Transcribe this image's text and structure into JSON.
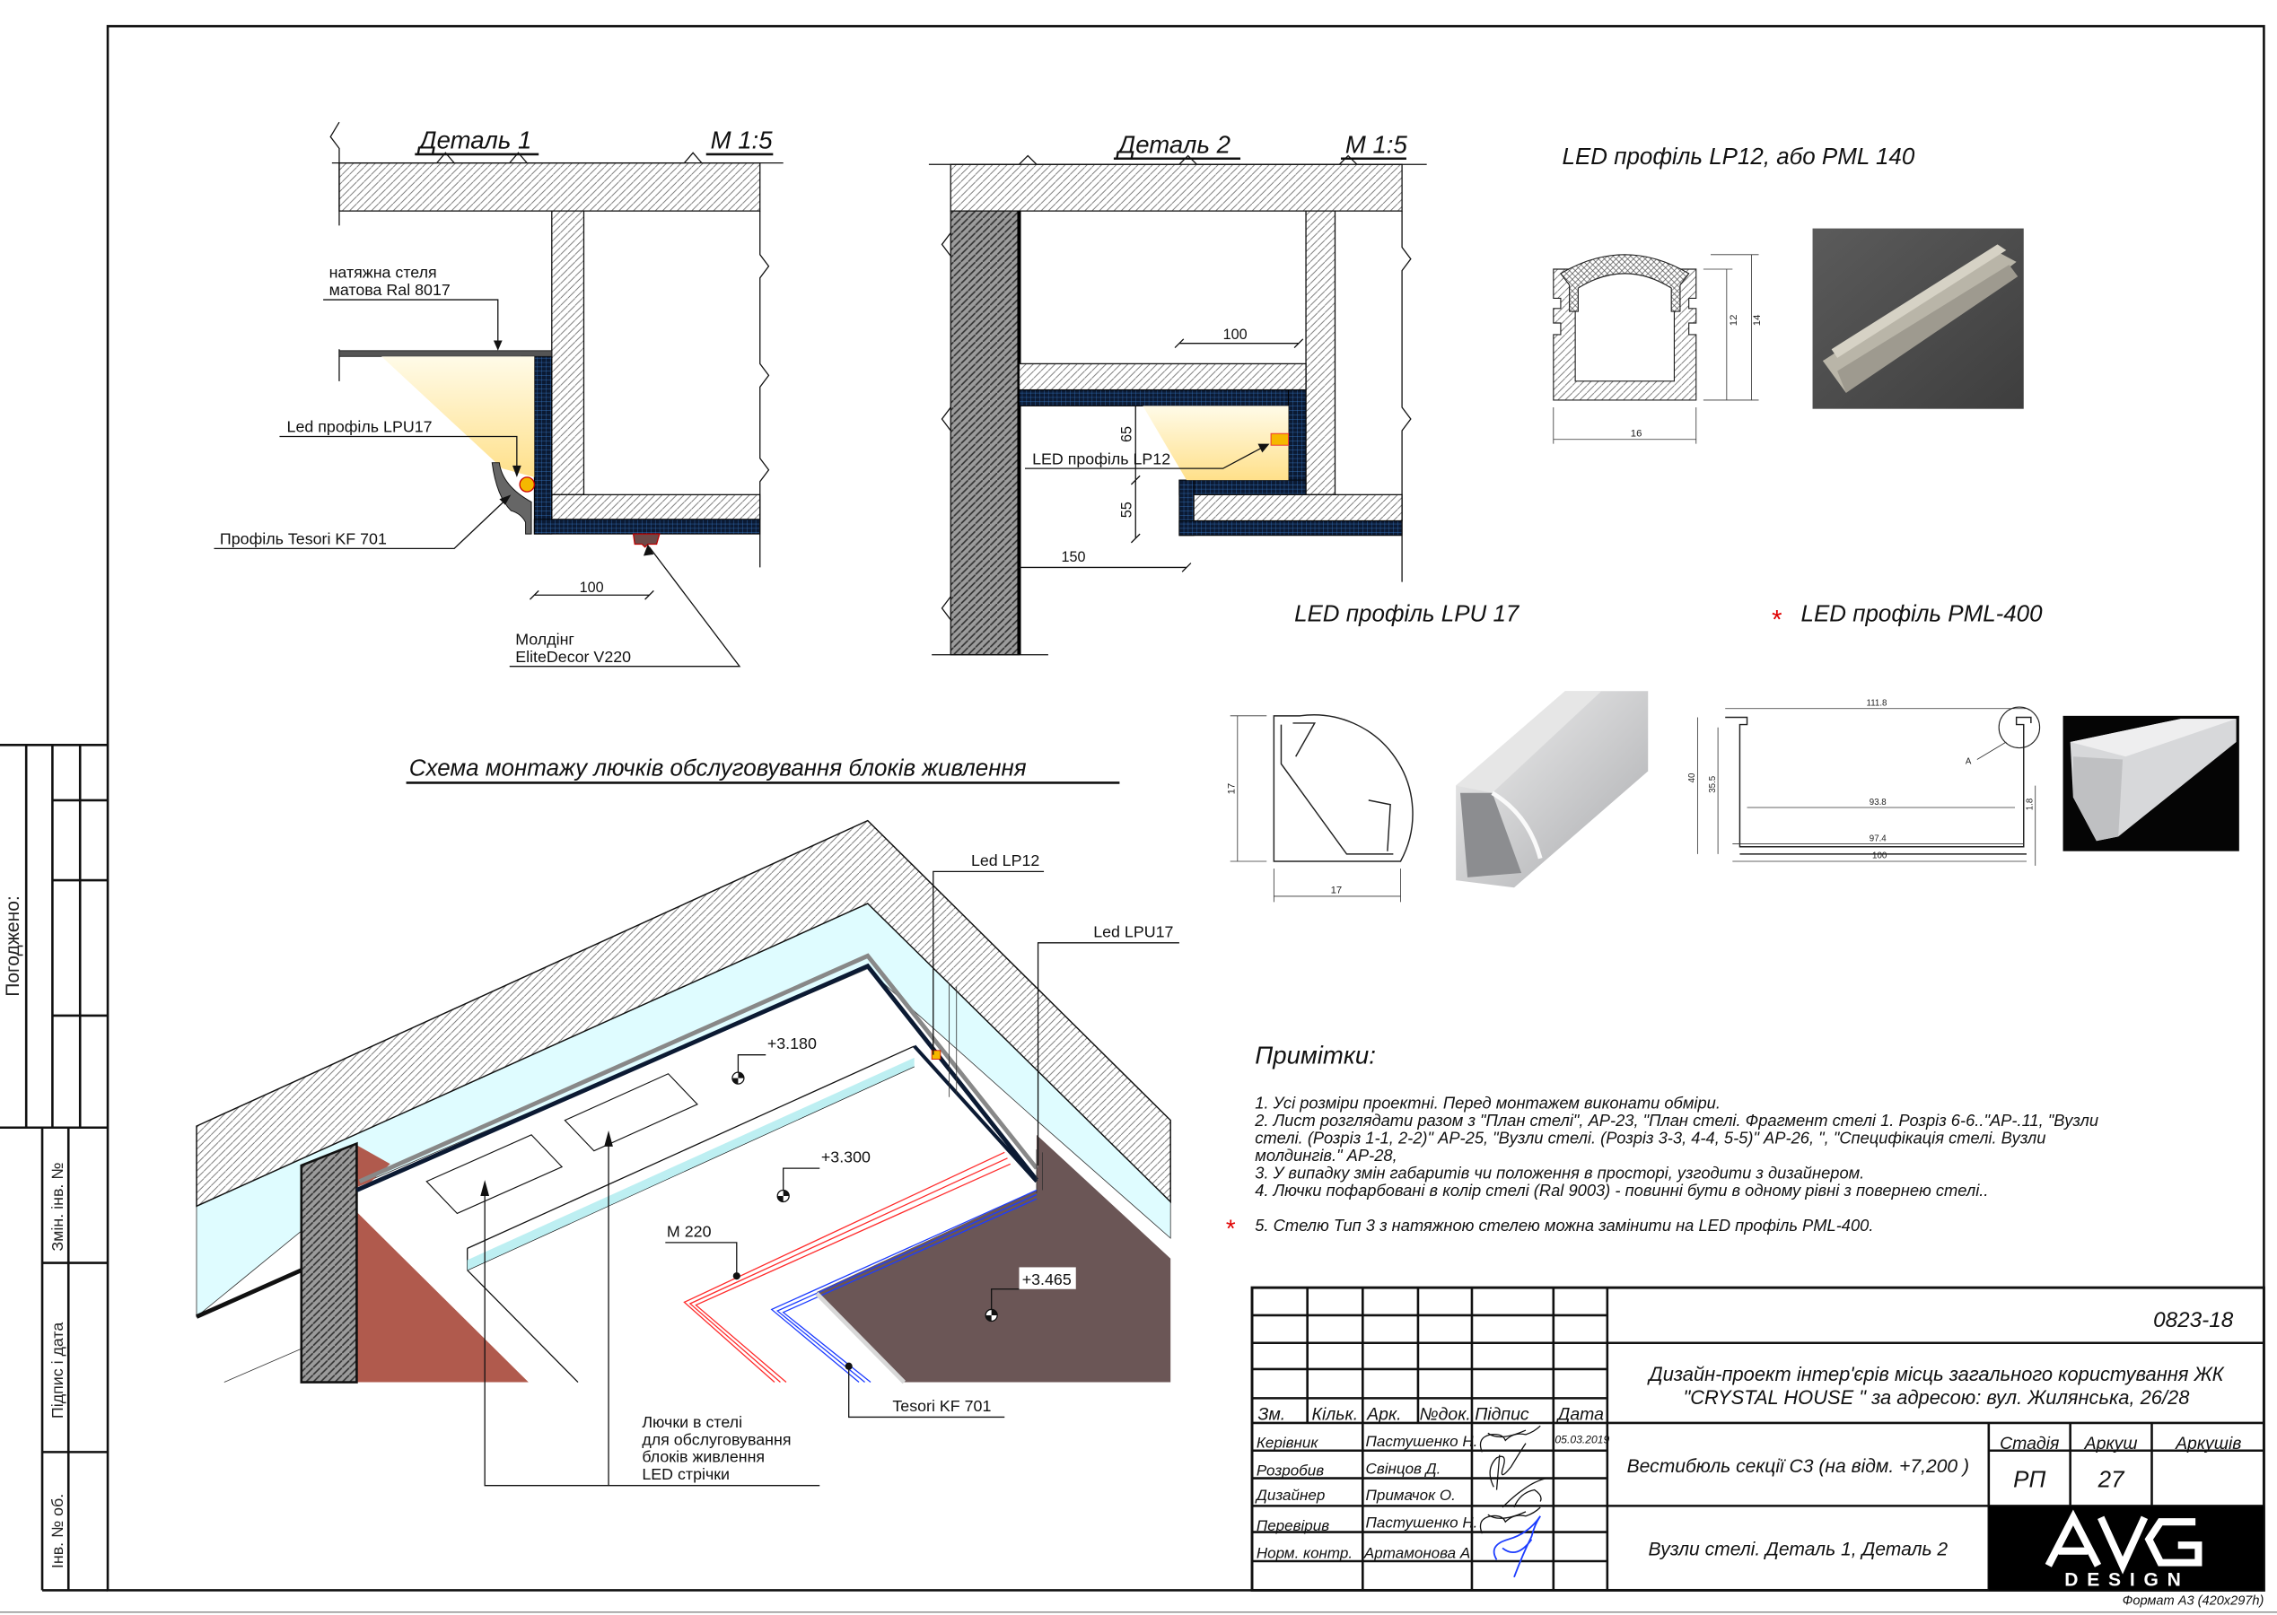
{
  "colors": {
    "mesh": "#0b1a33",
    "mesh_grid": "#3b7fd0",
    "led": "#f5b800",
    "glow": "#ffe9a6",
    "brown": "#6b5656",
    "red_wall": "#b05a4d",
    "cyan": "#dffcff",
    "m220": "#ff2a2a",
    "tesori": "#1c3cff",
    "star": "#e00000",
    "logo_bg": "#000000"
  },
  "side_stamp": {
    "agreed": "Погоджено:",
    "change_inv": "Змін. інв. №",
    "sign_date": "Підпис і дата",
    "inv_orig": "Інв. № об."
  },
  "detail1": {
    "title": "Деталь 1",
    "scale": "М 1:5",
    "stretch_1": "натяжна стеля",
    "stretch_2": "матова Ral 8017",
    "led": "Led профіль LPU17",
    "tesori": "Профіль Tesori KF 701",
    "molding_1": "Молдінг",
    "molding_2": "EliteDecor V220",
    "dim": "100"
  },
  "detail2": {
    "title": "Деталь 2",
    "scale": "М 1:5",
    "led": "LED профіль LP12",
    "dim_100": "100",
    "dim_65": "65",
    "dim_55": "55",
    "dim_150": "150"
  },
  "profiles": {
    "lp12": {
      "title": "LED профіль LP12, або PML 140",
      "w": "16",
      "h1": "12",
      "h2": "14"
    },
    "lpu17": {
      "title": "LED профіль LPU 17",
      "w": "17",
      "h": "17"
    },
    "pml400": {
      "star": "*",
      "title": "LED профіль PML-400",
      "d_top": "111.8",
      "d_inner": "93.8",
      "d_mid": "97.4",
      "d_outer": "100",
      "h_total": "40",
      "h_inner": "35.5",
      "t": "1.8",
      "detail": "A"
    }
  },
  "schema": {
    "title": "Схема монтажу лючків обслуговування блоків живлення",
    "led_lp12": "Led LP12",
    "led_lpu17": "Led LPU17",
    "m220": "М 220",
    "tesori": "Tesori KF 701",
    "elevations": [
      "+3.180",
      "+3.300",
      "+3.465"
    ],
    "hatches": [
      "Лючки в стелі",
      "для обслуговування",
      "блоків живлення",
      "LED стрічки"
    ]
  },
  "notes": {
    "title": "Примітки:",
    "lines": [
      "1. Усі розміри проектні. Перед монтажем виконати обміри.",
      "2. Лист розглядати разом з \"План стелі\", АР-23, \"План стелі. Фрагмент стелі 1. Розріз 6-6..\"АР-.11,  \"Вузли",
      "стелі. (Розріз 1-1, 2-2)\" АР-25, \"Вузли стелі. (Розріз 3-3, 4-4, 5-5)\" АР-26, \", \"Специфікація стелі. Вузли",
      "молдингів.\" АР-28,",
      "3. У випадку змін габаритів чи положення в просторі, узгодити з дизайнером.",
      "4. Лючки пофарбовані в колір стелі (Ral 9003) - повинні бути в одному рівні з повернею стелі.."
    ],
    "star": "*",
    "line5": "5. Стелю Тип 3 з натяжною стелею можна замінити на LED профіль PML-400."
  },
  "title_block": {
    "code": "0823-18",
    "project_1": "Дизайн-проект інтер'єрів місць загального користування ЖК",
    "project_2": "\"CRYSTAL HOUSE \" за адресою: вул. Жилянська, 26/28",
    "headers": [
      "Зм.",
      "Кільк.",
      "Арк.",
      "№док.",
      "Підпис",
      "Дата"
    ],
    "people": [
      {
        "role": "Керівник",
        "name": "Пастушенко Н.",
        "date": "05.03.2019"
      },
      {
        "role": "Розробив",
        "name": "Свінцов Д.",
        "date": ""
      },
      {
        "role": "Дизайнер",
        "name": "Примачок О.",
        "date": ""
      },
      {
        "role": "Перевірив",
        "name": "Пастушенко Н.",
        "date": ""
      },
      {
        "role": "Норм. контр.",
        "name": "Артамонова А.",
        "date": ""
      }
    ],
    "object": "Вестибюль секції С3 (на відм. +7,200 )",
    "stage_label": "Стадія",
    "sheet_label": "Аркуш",
    "sheets_label": "Аркушів",
    "stage": "РП",
    "sheet": "27",
    "sheets": "",
    "sheet_title": "Вузли стелі. Деталь 1, Деталь 2",
    "logo": "AVG DESIGN",
    "format": "Формат А3 (420х297h)"
  }
}
